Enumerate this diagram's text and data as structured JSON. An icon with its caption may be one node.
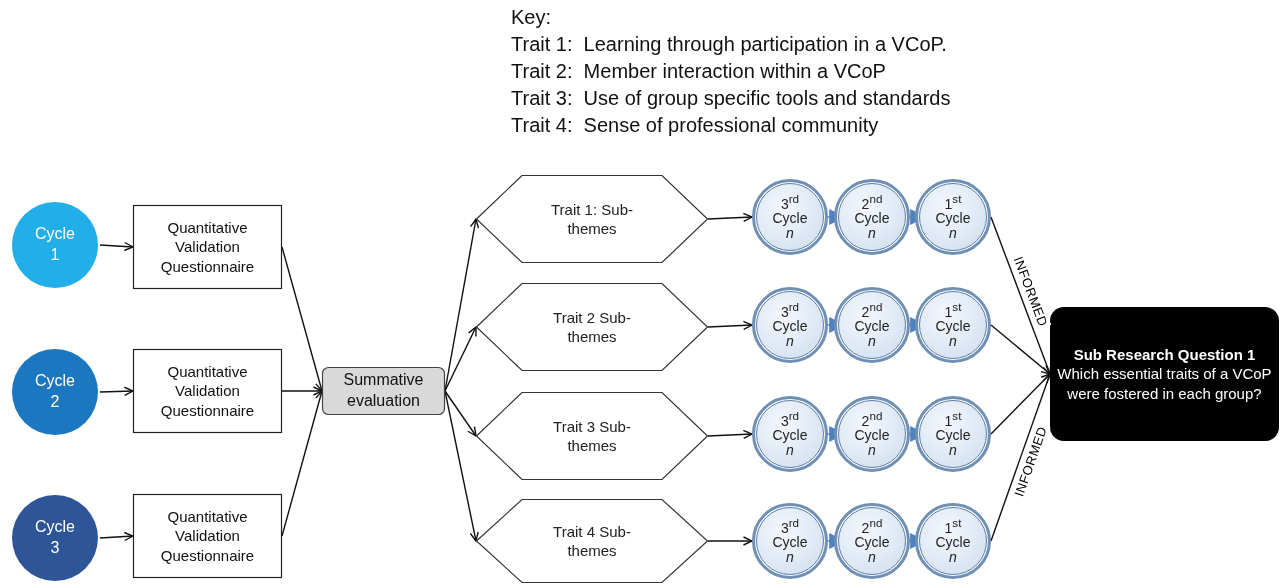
{
  "diagram": {
    "nodes": [
      {
        "text": [
          "Cycle 1"
        ]
      },
      {
        "text": [
          "Cycle 2"
        ]
      },
      {
        "text": [
          "Cycle 3"
        ]
      },
      {
        "text": [
          "Quantitative Validation Questionnaire"
        ]
      },
      {
        "text": [
          "Quantitative Validation Questionnaire"
        ]
      },
      {
        "text": [
          "Quantitative Validation Questionnaire"
        ]
      },
      {
        "text": [
          "Summative evaluation"
        ]
      },
      {
        "text": [
          "Trait 1: Sub-themes"
        ]
      },
      {
        "text": [
          "Trait 2 Sub-themes"
        ]
      },
      {
        "text": [
          "Trait 3 Sub-themes"
        ]
      },
      {
        "text": [
          "Trait 4 Sub-themes"
        ]
      },
      {
        "text": [
          "3$^{rd}$ Cycle *n*"
        ]
      },
      {
        "text": [
          "2$^{nd}$ Cycle *n*"
        ]
      },
      {
        "text": [
          "1$^{st}$ Cycle *n*"
        ]
      },
      {
        "text": [
          "3$^{rd}$ Cycle *n*"
        ]
      },
      {
        "text": [
          "2$^{nd}$ Cycle *n*"
        ]
      },
      {
        "text": [
          "1$^{st}$ Cycle *n*"
        ]
      },
      {
        "text": [
          "3$^{rd}$ Cycle *n*"
        ]
      },
      {
        "text": [
          "2$^{nd}$ Cycle *n*"
        ]
      },
      {
        "text": [
          "1$^{st}$ Cycle *n*"
        ]
      },
      {
        "text": [
          "3$^{rd}$ Cycle *n*"
        ]
      },
      {
        "text": [
          "2$^{nd}$ Cycle *n*"
        ]
      },
      {
        "text": [
          "1$^{st}$ Cycle *n*"
        ]
      },
      {
        "text": [
          "Sub Research Question 1",
          "Which essential traits of a VCoP were fostered in each group?"
        ]
      }
    ],
    "edges": [
      {
        "from": 0,
        "to": 3,
        "arrow": "to"
      },
      {
        "from": 1,
        "to": 4,
        "arrow": "to"
      },
      {
        "from": 2,
        "to": 5,
        "arrow": "to"
      },
      {
        "from": 3,
        "to": 6,
        "arrow": "to"
      },
      {
        "from": 4,
        "to": 6,
        "arrow": "to"
      },
      {
        "from": 5,
        "to": 6,
        "arrow": "to"
      },
      {
        "from": 6,
        "to": 7,
        "arrow": "to"
      },
      {
        "from": 6,
        "to": 8,
        "arrow": "to"
      },
      {
        "from": 6,
        "to": 9,
        "arrow": "to"
      },
      {
        "from": 6,
        "to": 10,
        "arrow": "to"
      },
      {
        "from": 7,
        "to": 11,
        "arrow": "to"
      },
      {
        "from": 8,
        "to": 14,
        "arrow": "to"
      },
      {
        "from": 9,
        "to": 17,
        "arrow": "to"
      },
      {
        "from": 10,
        "to": 20,
        "arrow": "to"
      },
      {
        "from": 11,
        "to": 12,
        "arrow": "to",
        "color": "#4f81bd"
      },
      {
        "from": 12,
        "to": 13,
        "arrow": "to",
        "color": "#4f81bd"
      },
      {
        "from": 14,
        "to": 15,
        "arrow": "to",
        "color": "#4f81bd"
      },
      {
        "from": 15,
        "to": 16,
        "arrow": "to",
        "color": "#4f81bd"
      },
      {
        "from": 17,
        "to": 18,
        "arrow": "to",
        "color": "#4f81bd"
      },
      {
        "from": 18,
        "to": 19,
        "arrow": "to",
        "color": "#4f81bd"
      },
      {
        "from": 20,
        "to": 21,
        "arrow": "to",
        "color": "#4f81bd"
      },
      {
        "from": 21,
        "to": 22,
        "arrow": "to",
        "color": "#4f81bd"
      },
      {
        "from": 13,
        "to": 23,
        "arrow": "to",
        "label": "INFORMED"
      },
      {
        "from": 16,
        "to": 23,
        "arrow": "to"
      },
      {
        "from": 19,
        "to": 23,
        "arrow": "to"
      },
      {
        "from": 22,
        "to": 23,
        "arrow": "to",
        "label": "INFORMED"
      }
    ],
    "labels": [
      "Key:",
      "Trait 1:  Learning through participation in a VCoP.",
      "Trait 2:  Member interaction within a VCoP",
      "Trait 3:  Use of group specific tools and standards",
      "Trait 4:  Sense of professional community"
    ]
  }
}
